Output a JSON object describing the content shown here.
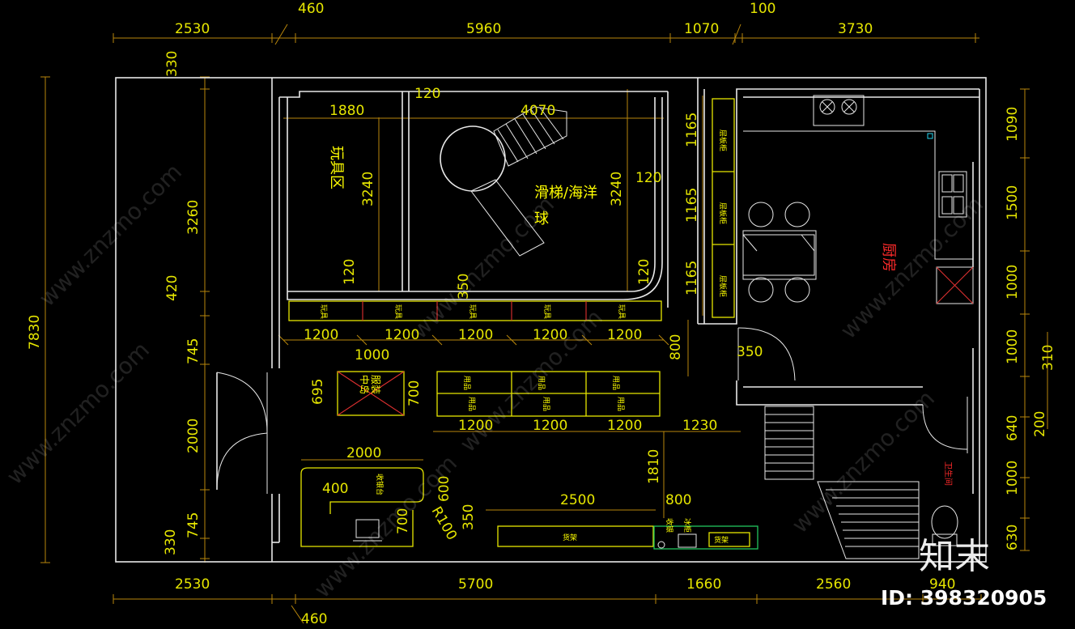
{
  "dimensions": {
    "top": [
      "2530",
      "460",
      "5960",
      "1070",
      "100",
      "3730"
    ],
    "bottom": [
      "2530",
      "460",
      "5700",
      "1660",
      "2560",
      "940"
    ],
    "left": [
      "330",
      "3260",
      "420",
      "745",
      "2000",
      "745",
      "330"
    ],
    "overall": "7830",
    "right": [
      "1090",
      "1500",
      "1000",
      "1000",
      "640",
      "1000",
      "630"
    ],
    "right_outer": [
      "310",
      "200"
    ],
    "inner": {
      "toy_width": "1880",
      "slide_width": "4070",
      "wall_top": "120",
      "wall_mid": "120",
      "wall_left": "120",
      "wall_right": "120",
      "toy_height": "3240",
      "slide_height": "3240",
      "gap": "350",
      "shelf_row": [
        "1200",
        "1200",
        "1200",
        "1200",
        "1200"
      ],
      "shelf_depth": "800",
      "door_width": "350",
      "clothing_width": "1000",
      "clothing_depth": "695",
      "goods_depth": "700",
      "goods_row": [
        "1200",
        "1200",
        "1200"
      ],
      "aisle": "1230",
      "aisle_height": "1810",
      "counter_width": "2000",
      "counter_depth": "600",
      "desk_width": "400",
      "desk_depth": "700",
      "radius": "R100",
      "base_gap": "350",
      "long_shelf": "2500",
      "end_shelf": "800",
      "cabinet_heights": [
        "1165",
        "1165",
        "1165"
      ]
    }
  },
  "rooms": {
    "toy_area": "玩具区",
    "slide_line1": "滑梯/海洋",
    "slide_line2": "球",
    "kitchen": "厨房",
    "restroom": "卫生间"
  },
  "fixtures": {
    "storage": "层板柜",
    "toy_shelf": "玩具",
    "clothing_line1": "服装",
    "clothing_line2": "中岛",
    "goods": "用品",
    "cashier": "收银台",
    "checkout": "收银",
    "fridge": "冰柜",
    "shelf": "货架"
  },
  "watermark": {
    "site": "www.znzmo.com",
    "logo": "知末",
    "id": "ID: 398320905"
  },
  "colors": {
    "background": "#000000",
    "wall": "#e8e8e8",
    "dimension": "#b8860b",
    "annotation": "#ffff00",
    "kitchen_label": "#ff2a2a"
  }
}
